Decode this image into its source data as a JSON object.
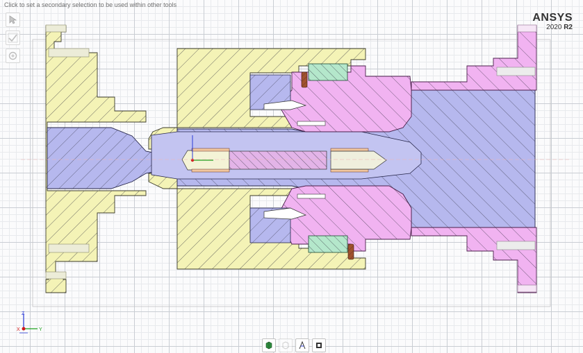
{
  "status": {
    "hint": "Click to set a secondary selection to be used within other tools"
  },
  "brand": {
    "name": "ANSYS",
    "version_year": "2020",
    "version_release": "R2"
  },
  "triad": {
    "z_label": "Z",
    "y_label": "Y",
    "x_label": "X"
  },
  "colors": {
    "yellow_body": "#f4f3b6",
    "blue_shaft": "#b6b8ee",
    "pink_housing": "#f1b3f1",
    "green_ring": "#b4e7cb",
    "hatch": "#1a1a2e",
    "viewport_bg": "#fbfbfc"
  },
  "side_tools": [
    {
      "name": "select-tool-icon"
    },
    {
      "name": "check-tool-icon"
    },
    {
      "name": "settings-tool-icon"
    }
  ],
  "bottom_toolbar": [
    {
      "name": "solid-view-icon",
      "enabled": true
    },
    {
      "name": "wireframe-view-icon",
      "enabled": false
    },
    {
      "name": "section-view-icon",
      "enabled": true
    },
    {
      "name": "layers-view-icon",
      "enabled": true
    }
  ]
}
